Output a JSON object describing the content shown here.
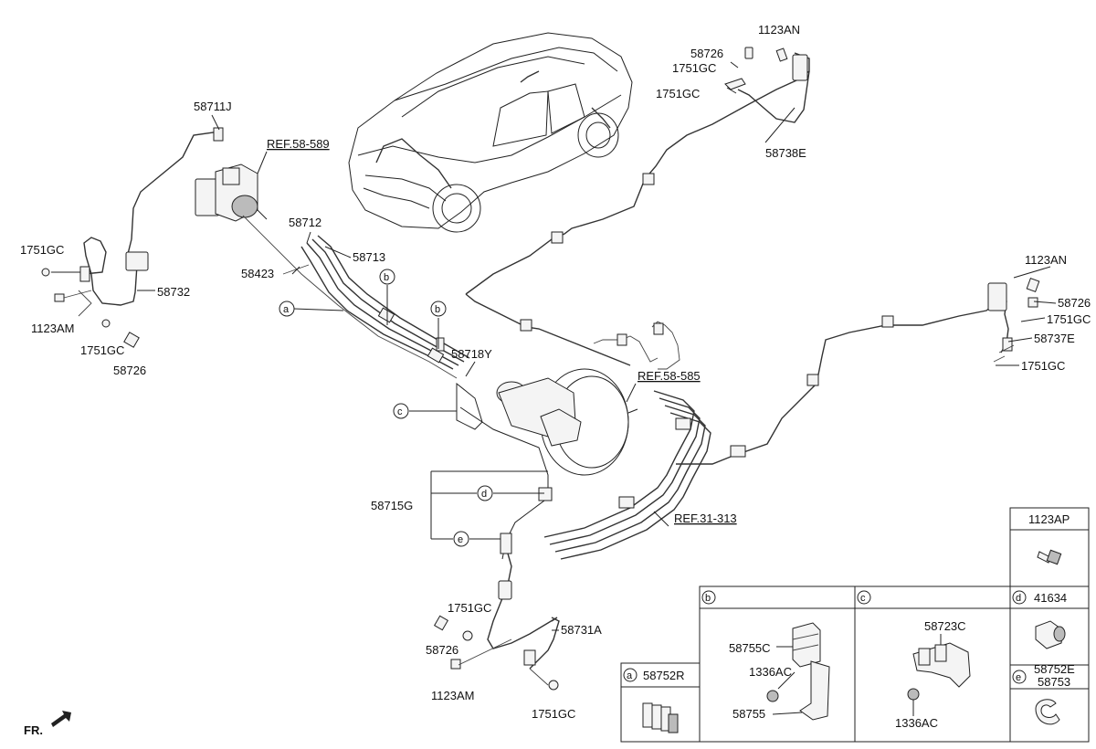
{
  "parts": {
    "p_58711J": "58711J",
    "p_58712": "58712",
    "p_58713": "58713",
    "p_58423": "58423",
    "p_58732": "58732",
    "p_1751GC_a": "1751GC",
    "p_1123AM_a": "1123AM",
    "p_1751GC_b": "1751GC",
    "p_58726_a": "58726",
    "p_58718Y": "58718Y",
    "p_58715G": "58715G",
    "p_1751GC_c": "1751GC",
    "p_58731A": "58731A",
    "p_58726_b": "58726",
    "p_1123AM_b": "1123AM",
    "p_1751GC_d": "1751GC",
    "p_58726_c": "58726",
    "p_1123AN_a": "1123AN",
    "p_1751GC_e": "1751GC",
    "p_1751GC_f": "1751GC",
    "p_58738E": "58738E",
    "p_1123AN_b": "1123AN",
    "p_58726_d": "58726",
    "p_1751GC_g": "1751GC",
    "p_58737E": "58737E",
    "p_1751GC_h": "1751GC"
  },
  "refs": {
    "r_58_589": "REF.58-589",
    "r_58_585": "REF.58-585",
    "r_31_313": "REF.31-313"
  },
  "callouts": {
    "a": "a",
    "b": "b",
    "c": "c",
    "d": "d",
    "e": "e"
  },
  "fr_label": "FR.",
  "table": {
    "a_label": "a",
    "a_part": "58752R",
    "b_label": "b",
    "b_part1": "58755C",
    "b_part2": "1336AC",
    "b_part3": "58755",
    "c_label": "c",
    "c_part1": "58723C",
    "c_part2": "1336AC",
    "top_part": "1123AP",
    "d_label": "d",
    "d_part": "41634",
    "e_label": "e",
    "e_part1": "58752E",
    "e_part2": "58753"
  }
}
